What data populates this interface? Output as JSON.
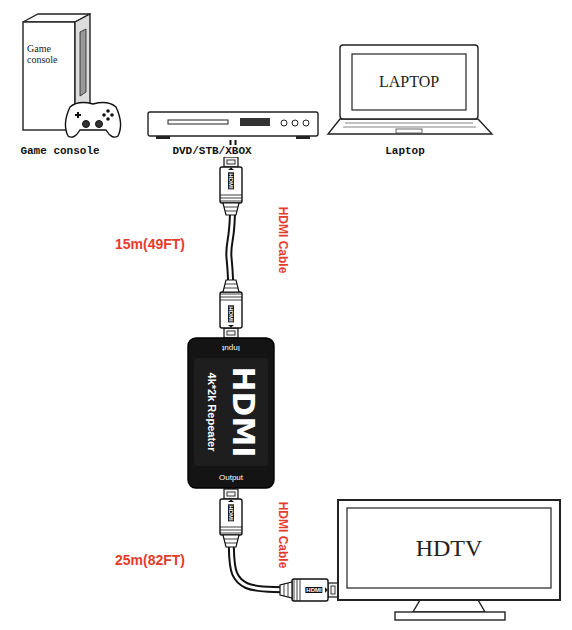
{
  "diagram": {
    "nodes": [
      {
        "text": [
          "Game console",
          "Game console"
        ]
      },
      {
        "text": [
          "DVD/STB/XBOX"
        ]
      },
      {
        "text": [
          "LAPTOP",
          "Laptop"
        ]
      },
      {
        "text": [
          "Input",
          "HDMI",
          "4k*2k Repeater",
          "Output"
        ]
      },
      {
        "text": [
          "HDTV"
        ]
      }
    ],
    "edges": [
      {
        "from": 1,
        "to": 3,
        "arrow": "none",
        "label": "15m(49FT)"
      },
      {
        "from": 3,
        "to": 4,
        "arrow": "none",
        "label": "25m(82FT)"
      }
    ],
    "labels": [
      "HDMI",
      "HDMI Cable",
      "HDMI",
      "HDMI",
      "HDMI Cable",
      "HDMI"
    ]
  }
}
